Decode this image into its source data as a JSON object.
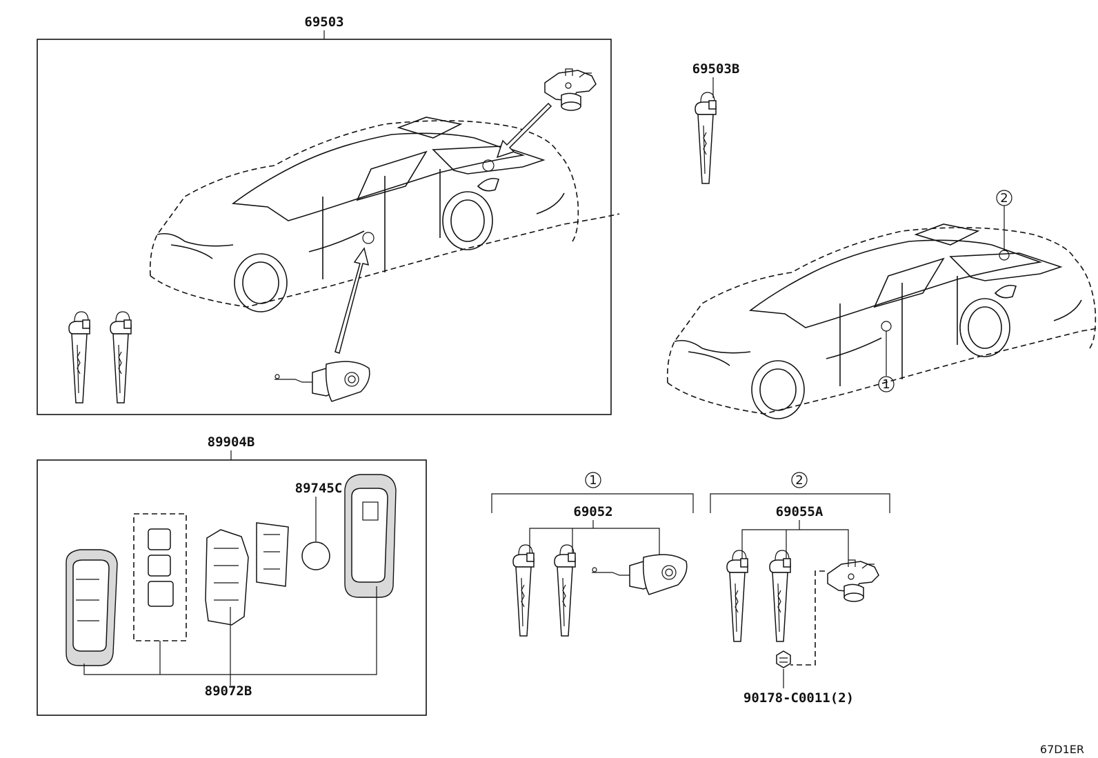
{
  "diagram": {
    "reference_code": "67D1ER",
    "groups": {
      "lock_cylinder_set": {
        "part_number": "69503"
      },
      "key_blank": {
        "part_number": "69503B"
      },
      "transmitter": {
        "part_number": "89904B",
        "components": {
          "battery": "89745C",
          "transmitter_housing": "89072B"
        }
      },
      "door_set": {
        "callout": "1",
        "part_number": "69052"
      },
      "luggage_set": {
        "callout": "2",
        "part_number": "69055A"
      },
      "screw": {
        "part_number": "90178-C0011(2)"
      }
    },
    "car_callouts": [
      "1",
      "2"
    ],
    "icons": [
      "key-icon",
      "door-lock-cylinder-icon",
      "trunk-lock-cylinder-icon",
      "smart-key-icon",
      "button-pad-icon",
      "circuit-board-icon",
      "battery-icon",
      "screw-icon",
      "sedan-icon",
      "arrow-icon"
    ]
  }
}
